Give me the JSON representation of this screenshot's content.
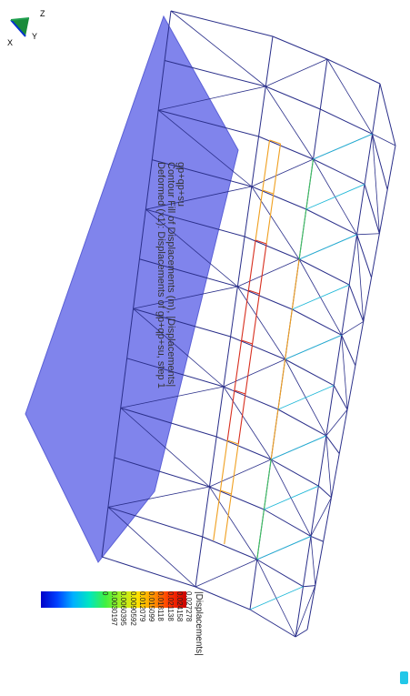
{
  "axes": {
    "x": "X",
    "y": "Y",
    "z": "Z"
  },
  "caption": {
    "line1": "gp+qp+su",
    "line2": "Contour Fill of Displacements (m), |Displacements|",
    "line3": "Deformed (x1): Displacements of gp+qp+su, step 1"
  },
  "legend": {
    "title": "|Displacements|",
    "ticks": [
      "0.027278",
      "0.024158",
      "0.021138",
      "0.018118",
      "0.015099",
      "0.012079",
      "0.0090592",
      "0.0060395",
      "0.0030197",
      "0"
    ],
    "colors": [
      "#0000c8",
      "#0040ff",
      "#00b0ff",
      "#00e6c0",
      "#40f040",
      "#b0f020",
      "#ffe000",
      "#ff9000",
      "#ff3000",
      "#c80000"
    ]
  },
  "colors": {
    "wire": "#2a2f8a",
    "slab": "#7579ea",
    "slab_edge": "#5b60d6",
    "hot": "#d83020",
    "warm": "#f0a020",
    "mid": "#40c060",
    "cool": "#20b8d8"
  }
}
